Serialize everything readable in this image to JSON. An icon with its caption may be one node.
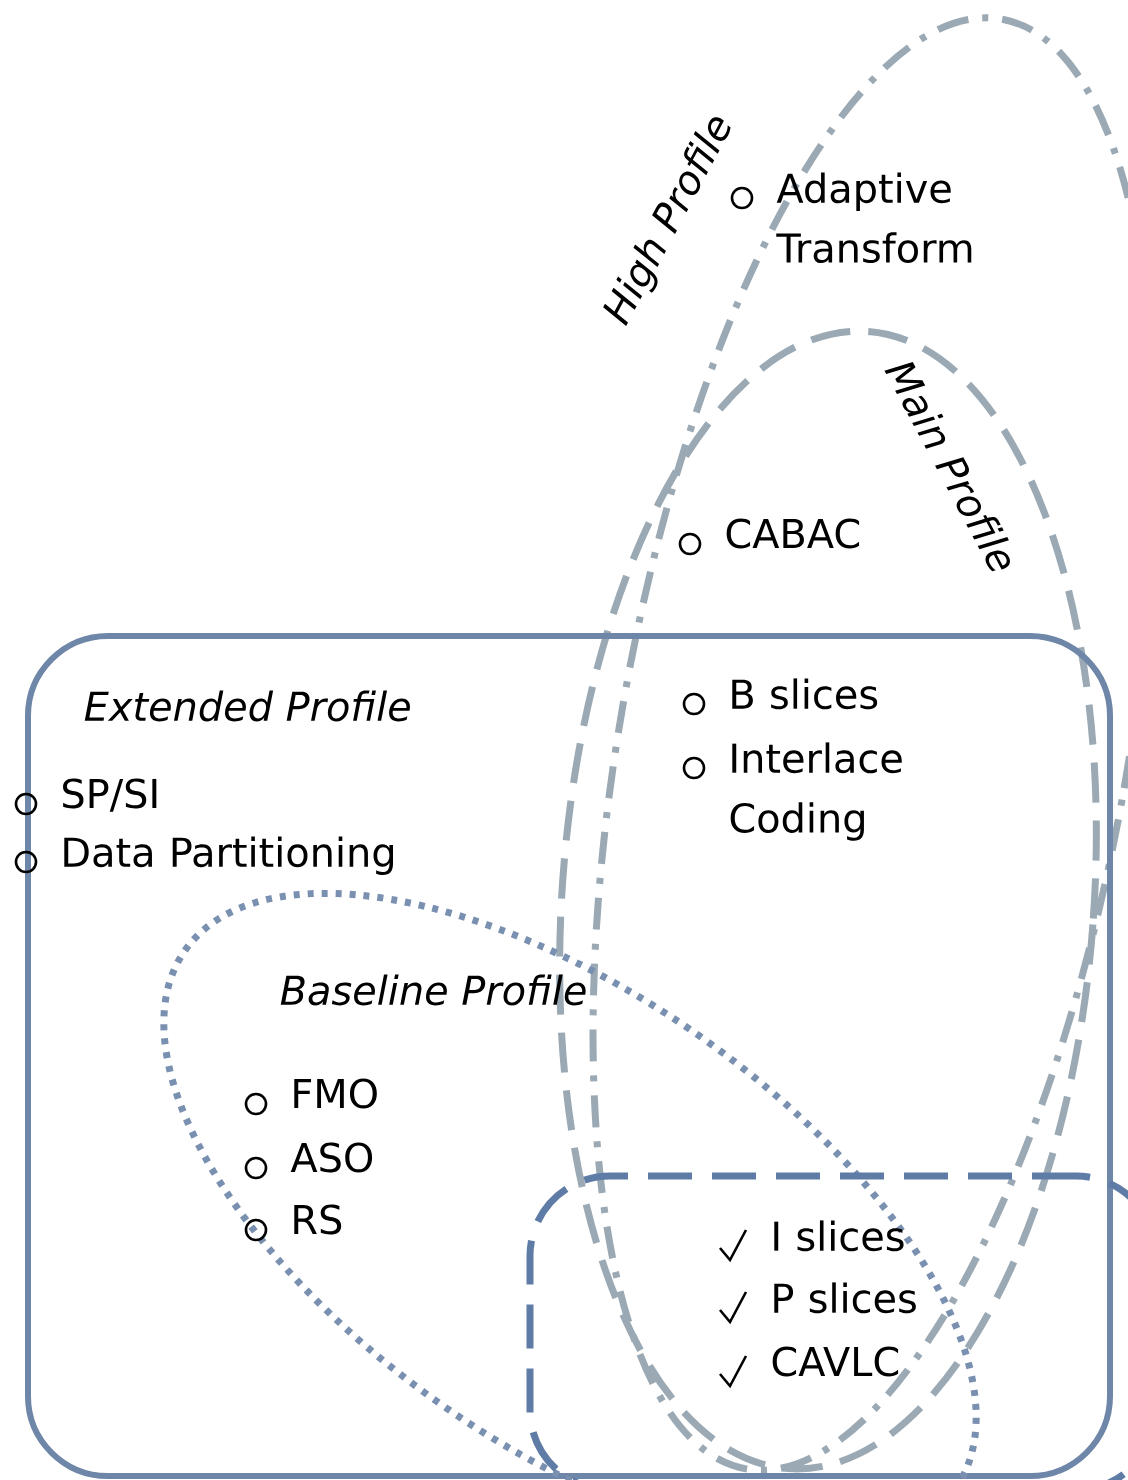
{
  "diagram": {
    "nodes": [
      {
        "text": [
          "High Profile",
          "Adaptive Transform"
        ]
      },
      {
        "text": [
          "Main Profile",
          "CABAC"
        ]
      },
      {
        "text": [
          "Extended Profile",
          "SP/SI",
          "Data Partitioning"
        ]
      },
      {
        "text": [
          "Baseline Profile",
          "FMO",
          "ASO",
          "RS"
        ]
      },
      {
        "text": [
          "I slices",
          "P slices",
          "CAVLC"
        ]
      }
    ],
    "labels": [
      "B slices",
      "Interlace Coding"
    ]
  }
}
